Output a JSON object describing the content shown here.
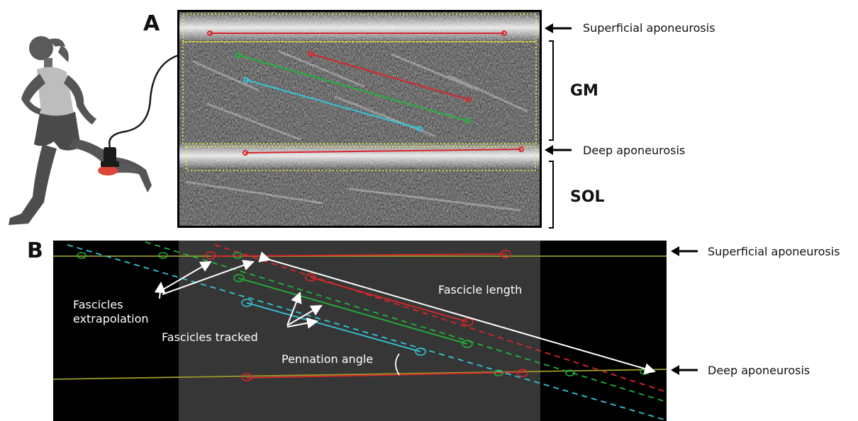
{
  "panel_a": {
    "letter": "A",
    "labels": {
      "superficial": "Superficial aponeurosis",
      "gm": "GM",
      "deep": "Deep aponeurosis",
      "sol": "SOL"
    }
  },
  "panel_b": {
    "letter": "B",
    "labels": {
      "superficial": "Superficial aponeurosis",
      "deep": "Deep aponeurosis",
      "extrap_1": "Fascicles",
      "extrap_2": "extrapolation",
      "tracked": "Fascicles tracked",
      "length": "Fascicle length",
      "angle": "Pennation angle"
    }
  },
  "colors": {
    "red": "#d9262b",
    "green": "#23b23a",
    "cyan": "#35c4d8",
    "yellow": "#f2ef3a",
    "olive": "#9a9a2a",
    "runner": "#555555",
    "highlight": "#e0453a"
  },
  "icons": {
    "runner": "runner-silhouette-icon",
    "probe": "ultrasound-probe-icon",
    "arrow": "left-arrow-icon"
  }
}
